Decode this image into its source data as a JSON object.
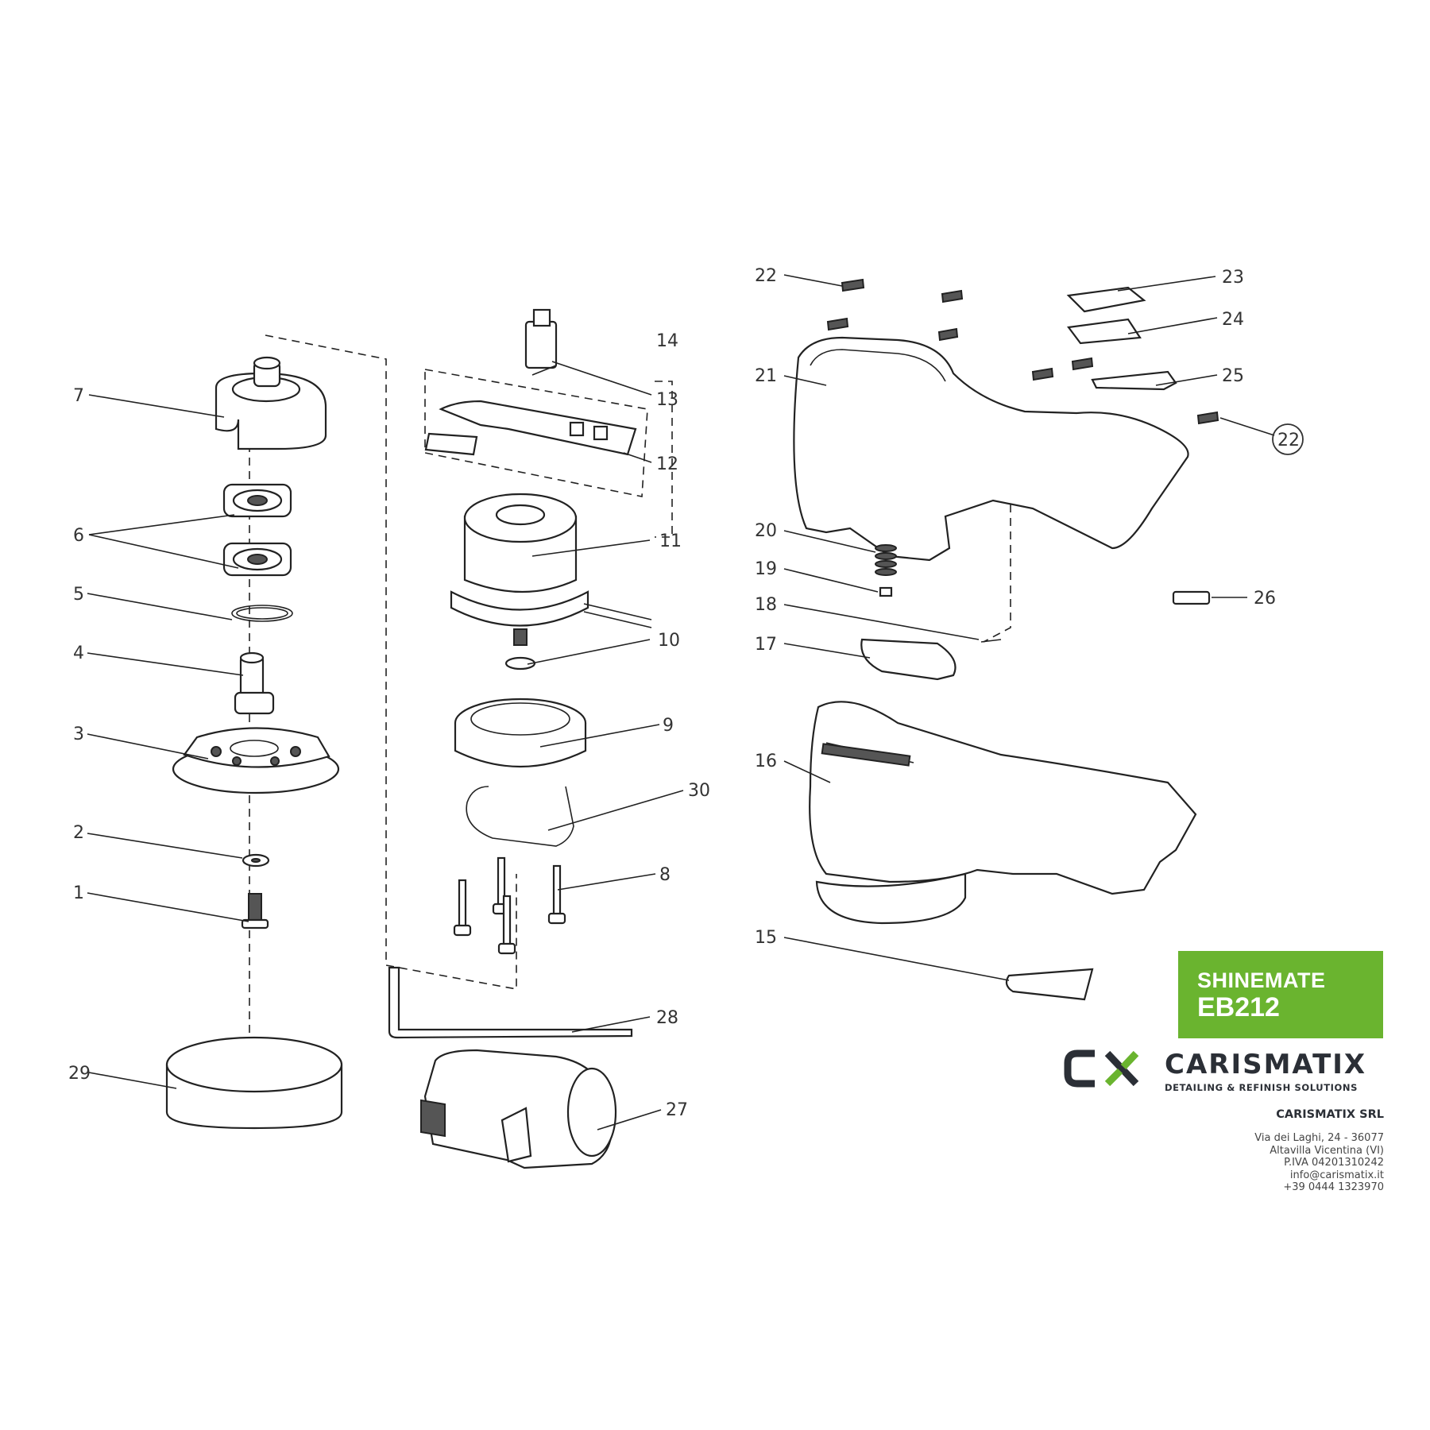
{
  "diagram": {
    "callouts": [
      "1",
      "2",
      "3",
      "4",
      "5",
      "6",
      "7",
      "8",
      "9",
      "10",
      "11",
      "12",
      "13",
      "14",
      "15",
      "16",
      "17",
      "18",
      "19",
      "20",
      "21",
      "22",
      "22",
      "23",
      "24",
      "25",
      "26",
      "27",
      "28",
      "29",
      "30"
    ]
  },
  "product": {
    "line1": "SHINEMATE",
    "line2": "EB212",
    "badge_color": "#6ab42f"
  },
  "brand": {
    "name": "CARISMATIX",
    "tagline": "DETAILING & REFINISH SOLUTIONS",
    "logo_dark": "#2b2f36",
    "logo_accent": "#6ab42f"
  },
  "company": {
    "name": "CARISMATIX SRL",
    "address_line1": "Via dei Laghi, 24 - 36077",
    "address_line2": "Altavilla Vicentina (VI)",
    "vat": "P.IVA 04201310242",
    "email": "info@carismatix.it",
    "phone": "+39 0444 1323970"
  }
}
